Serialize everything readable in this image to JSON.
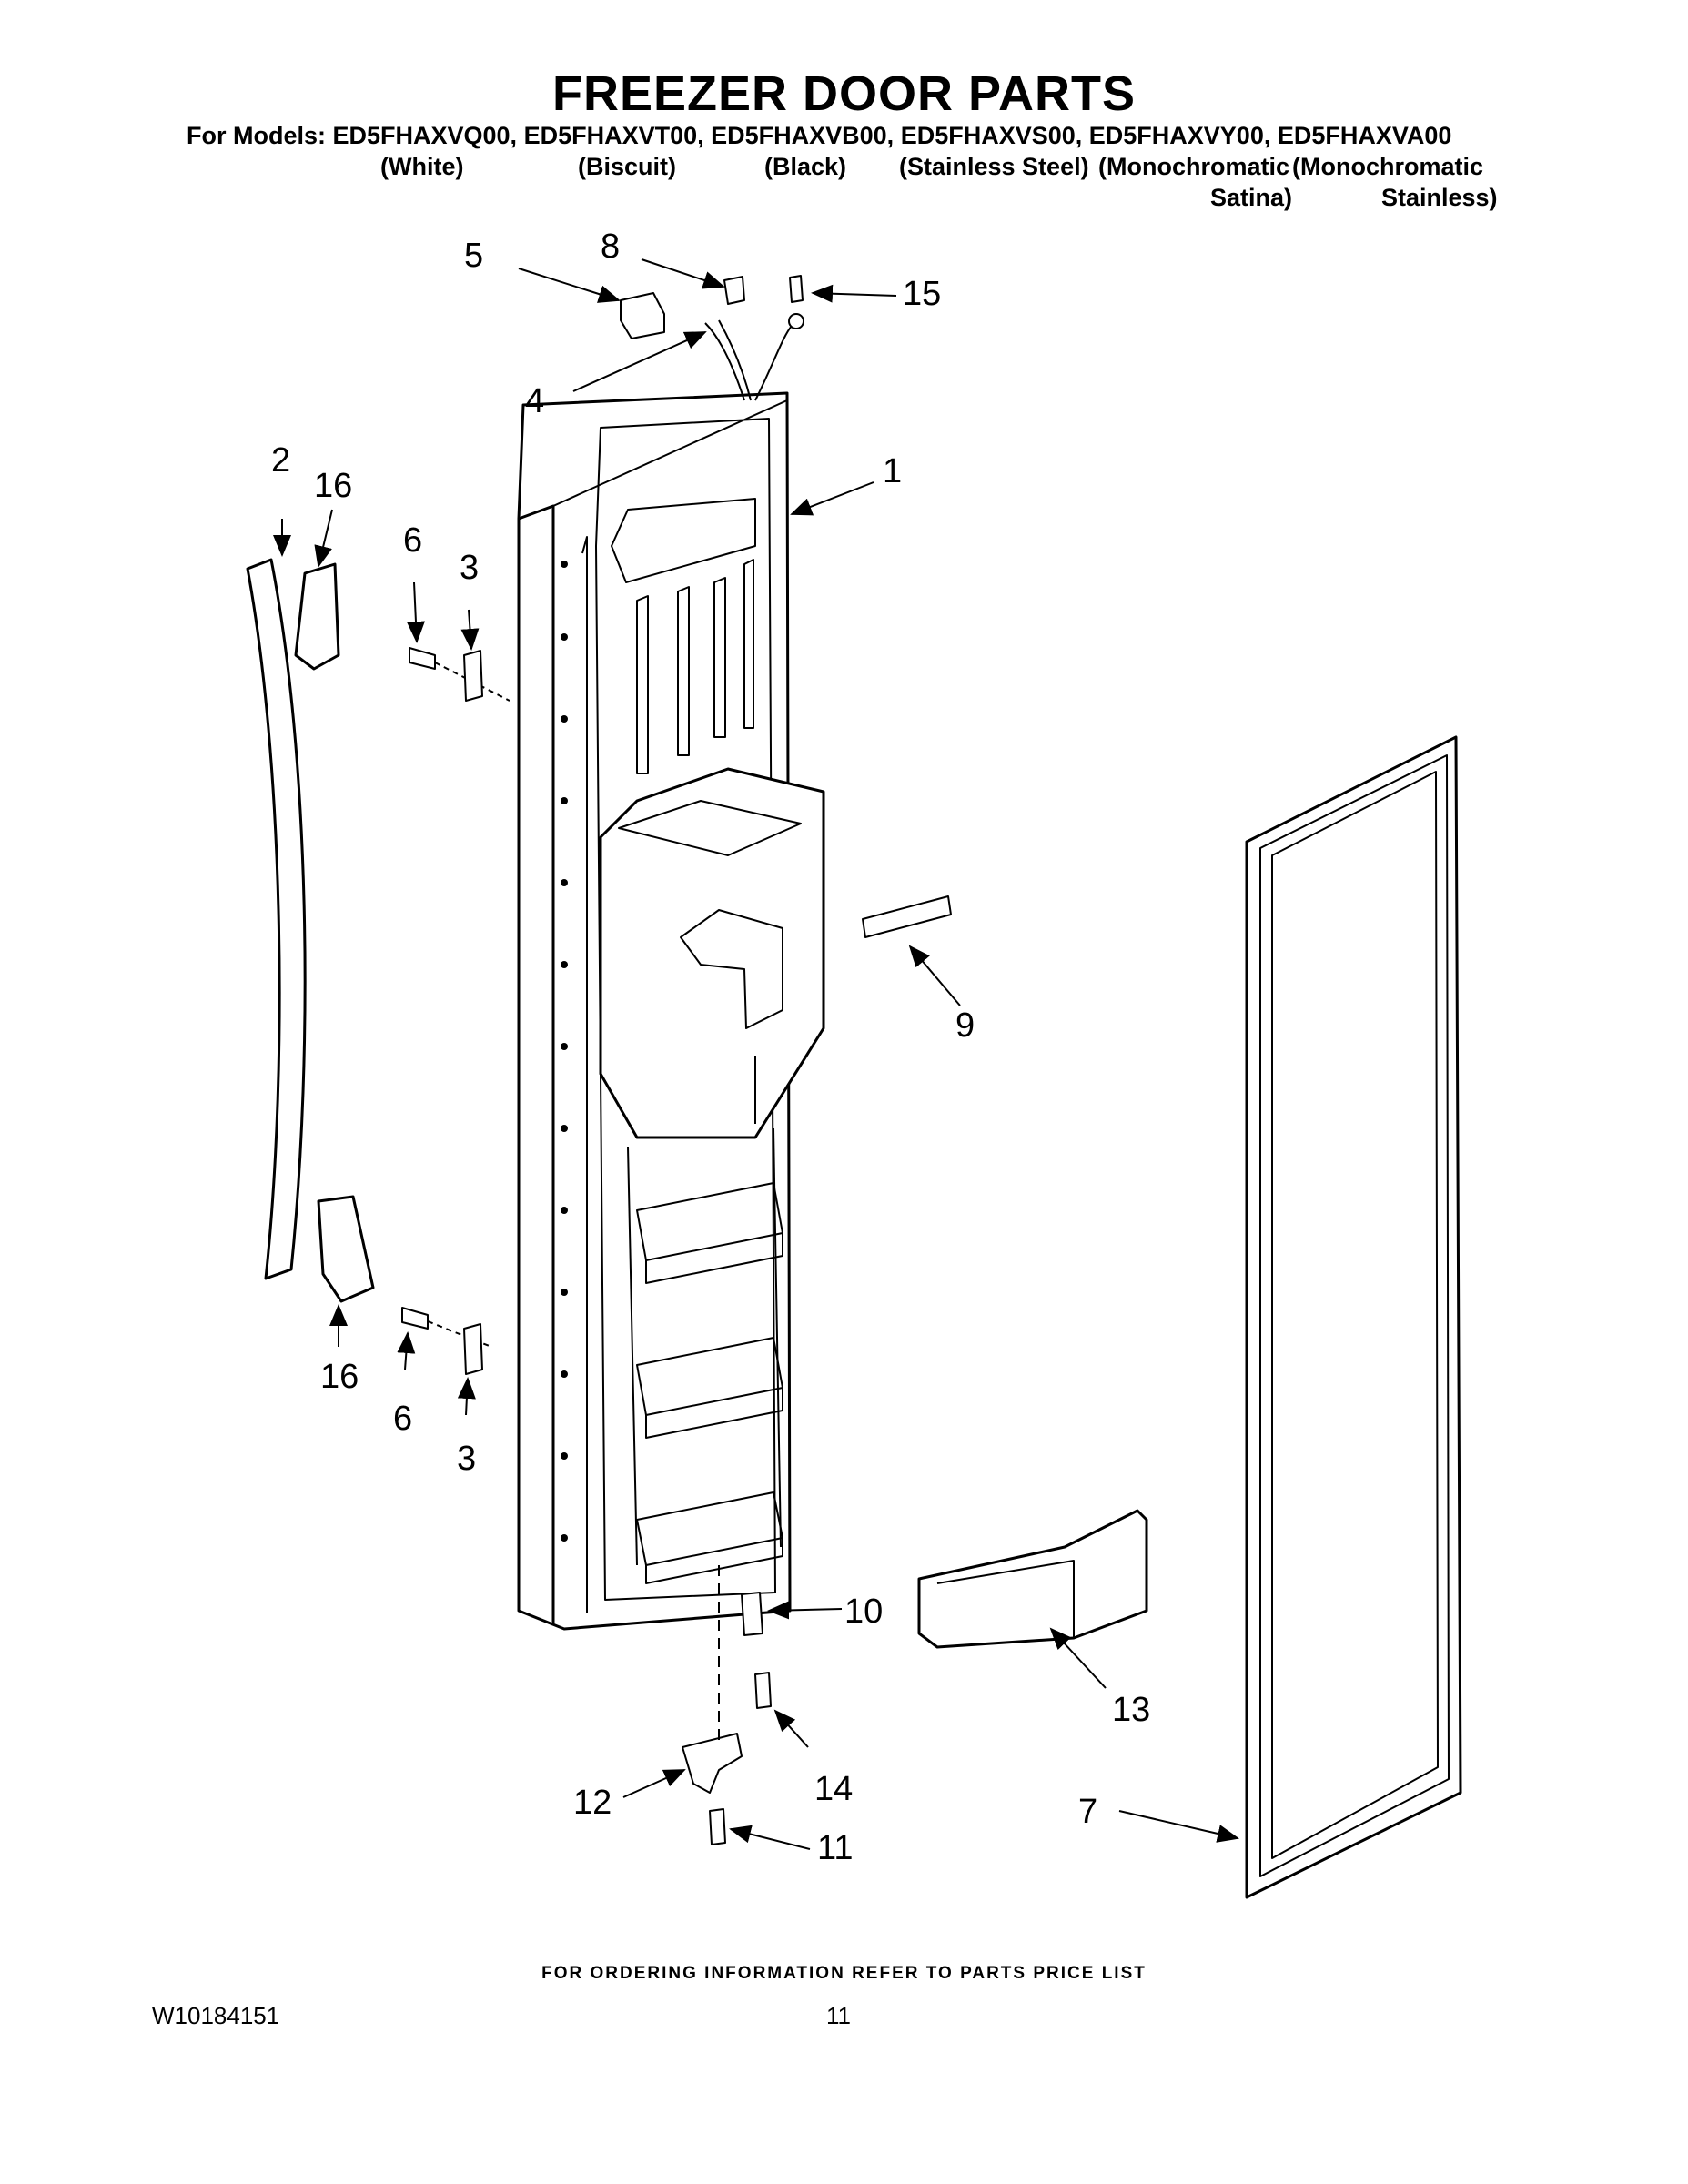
{
  "title": "FREEZER DOOR PARTS",
  "models_line": "For Models: ED5FHAXVQ00, ED5FHAXVT00, ED5FHAXVB00, ED5FHAXVS00, ED5FHAXVY00, ED5FHAXVA00",
  "colors": {
    "white": "(White)",
    "biscuit": "(Biscuit)",
    "black": "(Black)",
    "stainless": "(Stainless Steel)",
    "mono_satina_1": "(Monochromatic",
    "mono_satina_2": "Satina)",
    "mono_stainless_1": "(Monochromatic",
    "mono_stainless_2": "Stainless)"
  },
  "callouts": {
    "c1": "1",
    "c2": "2",
    "c3a": "3",
    "c3b": "3",
    "c4": "4",
    "c5": "5",
    "c6a": "6",
    "c6b": "6",
    "c7": "7",
    "c8": "8",
    "c9": "9",
    "c10": "10",
    "c11": "11",
    "c12": "12",
    "c13": "13",
    "c14": "14",
    "c15": "15",
    "c16a": "16",
    "c16b": "16"
  },
  "footer": {
    "ordering_note": "FOR ORDERING INFORMATION REFER TO PARTS PRICE LIST",
    "doc_id": "W10184151",
    "page_number": "11"
  }
}
